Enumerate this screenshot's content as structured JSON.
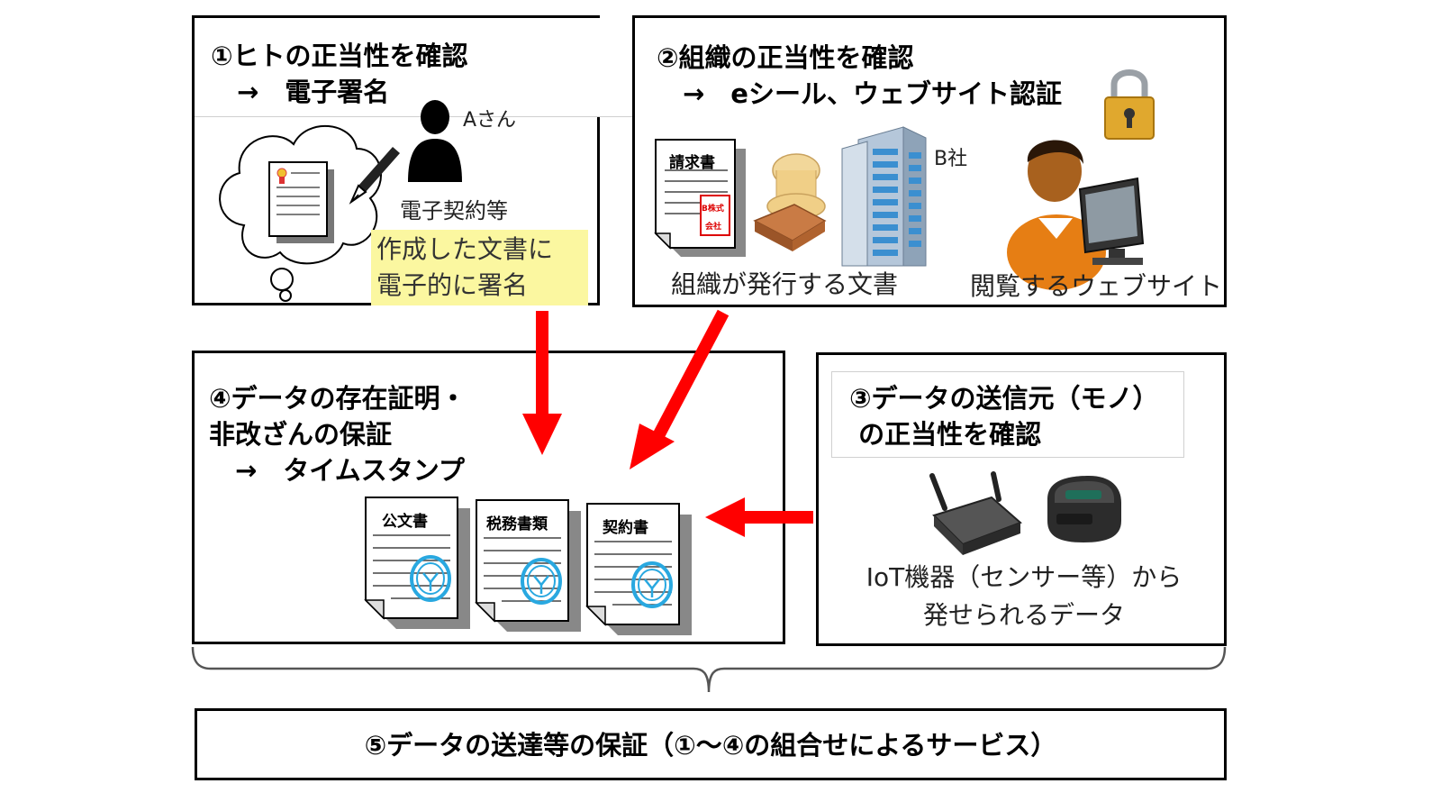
{
  "box1": {
    "title": "①ヒトの正当性を確認\n　→　電子署名",
    "person": "Aさん",
    "contract": "電子契約等",
    "highlight": "作成した文書に\n電子的に署名"
  },
  "box2": {
    "title": "②組織の正当性を確認\n　→　eシール、ウェブサイト認証",
    "invoice": "請求書",
    "stamp_text_1": "B株式",
    "stamp_text_2": "会社",
    "company": "B社",
    "docs_caption": "組織が発行する文書",
    "web_caption": "閲覧するウェブサイト"
  },
  "box4": {
    "title": "④データの存在証明・\n非改ざんの保証\n　→　タイムスタンプ",
    "doc1": "公文書",
    "doc2": "税務書類",
    "doc3": "契約書"
  },
  "box3": {
    "title": "③データの送信元（モノ）\n の正当性を確認",
    "caption": "IoT機器（センサー等）から\n発せられるデータ"
  },
  "box5": {
    "title": "⑤データの送達等の保証（①～④の組合せによるサービス）"
  },
  "colors": {
    "arrow": "#ff0000",
    "highlight": "#fbf7a0",
    "clock": "#29a8e0"
  }
}
